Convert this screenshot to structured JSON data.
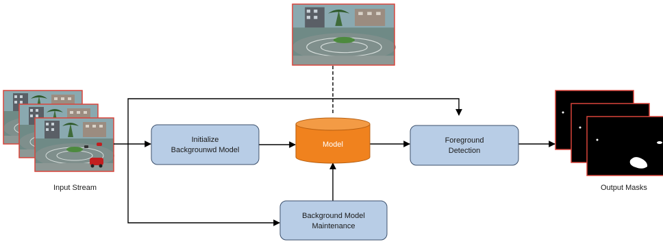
{
  "diagram": {
    "input_caption": "Input Stream",
    "output_caption": "Output Masks",
    "boxes": {
      "init": {
        "line1": "Initialize",
        "line2": "Backgrounwd Model"
      },
      "model": {
        "label": "Model"
      },
      "foreground": {
        "line1": "Foreground",
        "line2": "Detection"
      },
      "maintenance": {
        "line1": "Background Model",
        "line2": "Maintenance"
      }
    },
    "colors": {
      "box_fill": "#b8cde6",
      "box_stroke": "#3b4f6b",
      "model_fill": "#f0821e",
      "model_stroke": "#b85f10",
      "frame_border": "#d9443a",
      "arrow": "#000000"
    }
  }
}
